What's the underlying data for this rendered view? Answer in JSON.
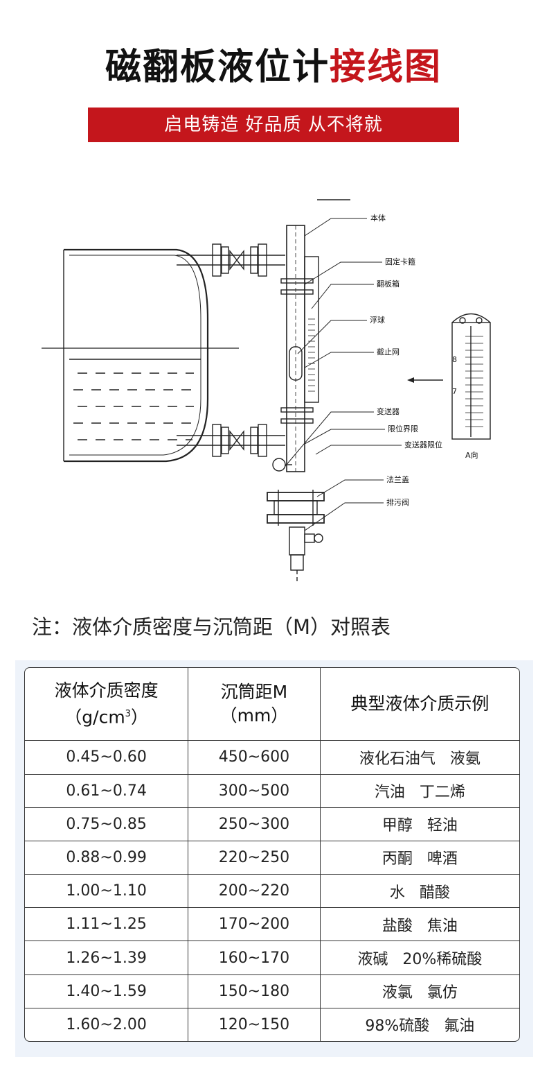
{
  "header": {
    "title_black": "磁翻板液位计",
    "title_red": "接线图",
    "banner": "启电铸造 好品质 从不将就"
  },
  "diagram": {
    "labels": [
      "本体",
      "固定卡箍",
      "翻板箱",
      "浮球",
      "截止网",
      "变送器",
      "限位界限",
      "变送器限位",
      "法兰盖",
      "排污阀"
    ],
    "scale_numbers": [
      "8",
      "7"
    ],
    "scale_caption": "A向"
  },
  "note": "注：液体介质密度与沉筒距（M）对照表",
  "table": {
    "headers": {
      "col1_line1": "液体介质密度",
      "col1_line2_prefix": "（g/cm",
      "col1_sup": "3",
      "col1_line2_suffix": "）",
      "col2_line1": "沉筒距M",
      "col2_line2": "（mm）",
      "col3": "典型液体介质示例"
    },
    "rows": [
      [
        "0.45~0.60",
        "450~600",
        "液化石油气   液氨"
      ],
      [
        "0.61~0.74",
        "300~500",
        "汽油   丁二烯"
      ],
      [
        "0.75~0.85",
        "250~300",
        "甲醇   轻油"
      ],
      [
        "0.88~0.99",
        "220~250",
        "丙酮   啤酒"
      ],
      [
        "1.00~1.10",
        "200~220",
        "水   醋酸"
      ],
      [
        "1.11~1.25",
        "170~200",
        "盐酸   焦油"
      ],
      [
        "1.26~1.39",
        "160~170",
        "液碱   20%稀硫酸"
      ],
      [
        "1.40~1.59",
        "150~180",
        "液氯   氯仿"
      ],
      [
        "1.60~2.00",
        "120~150",
        "98%硫酸   氟油"
      ]
    ]
  },
  "colors": {
    "accent_red": "#c4161c",
    "table_bg": "#eef3fa"
  }
}
